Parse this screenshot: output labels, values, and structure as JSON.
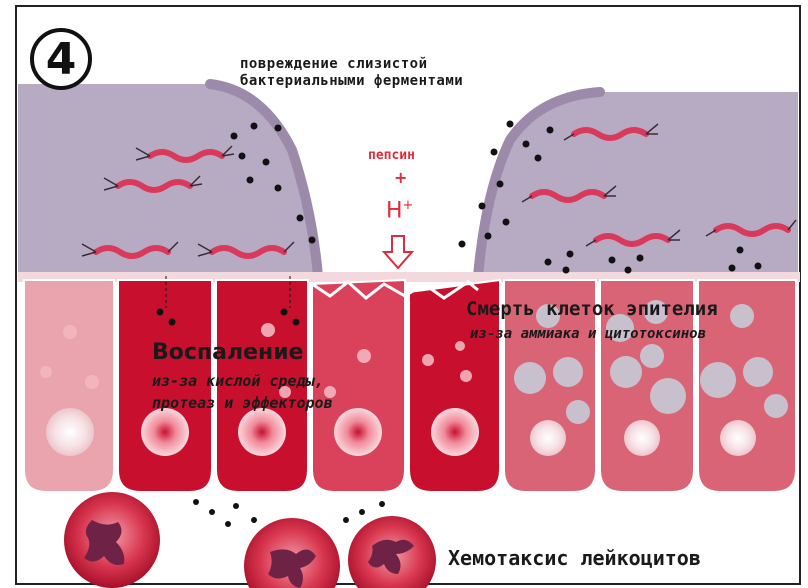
{
  "panel": {
    "number": "4",
    "title_line1": "повреждение слизистой",
    "title_line2": "бактериальными ферментами",
    "acid": {
      "pepsin": "пепсин",
      "plus": "+",
      "ion": "H",
      "ion_charge": "+"
    },
    "inflammation": {
      "title": "Воспаление",
      "line1": "из-за кислой среды,",
      "line2": "протеаз и эффекторов"
    },
    "cell_death": {
      "title": "Смерть клеток эпителия",
      "subtitle": "из-за аммиака и цитотоксинов"
    },
    "chemotaxis": "Хемотаксис лейкоцитов"
  },
  "colors": {
    "mucus": "#b7abc3",
    "mucus_edge": "#9b8aa9",
    "cell_pale": "#e9a4ad",
    "cell_red": "#c8102e",
    "cell_mid": "#d9425a",
    "cell_dying": "#d86476",
    "bacteria": "#d9395a",
    "accent_red": "#e02b3a"
  }
}
